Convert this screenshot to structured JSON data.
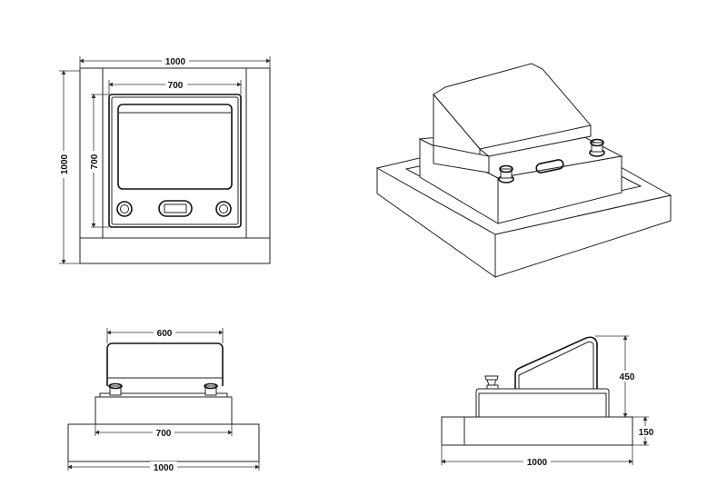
{
  "top_view": {
    "width_label": "1000",
    "height_label": "1000",
    "inner_width_label": "700",
    "inner_height_label": "700"
  },
  "front_view": {
    "top_width_label": "600",
    "body_width_label": "700",
    "base_width_label": "1000"
  },
  "side_view": {
    "height_label": "450",
    "base_height_label": "150",
    "base_width_label": "1000"
  }
}
